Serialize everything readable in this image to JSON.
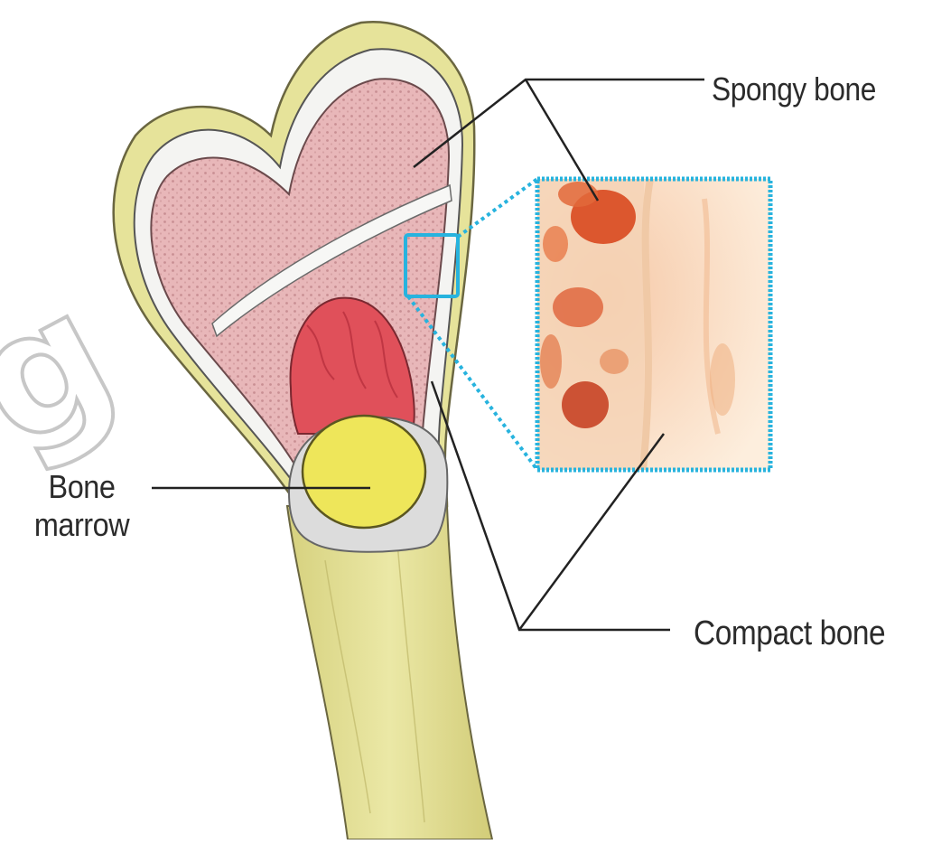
{
  "diagram": {
    "labels": {
      "spongy_bone": "Spongy bone",
      "compact_bone": "Compact bone",
      "bone_marrow_line1": "Bone",
      "bone_marrow_line2": "marrow"
    },
    "watermark_text": "g",
    "colors": {
      "bone_outer": "#e6e39a",
      "bone_shadow": "#c8c276",
      "cortex_white": "#f4f4f2",
      "spongy": "#e8b7b9",
      "spongy_dot": "#c98f93",
      "red_marrow": "#e0505a",
      "yellow_marrow": "#eee65a",
      "cartilage_gray": "#dcdcdc",
      "zoom_frame": "#27b3de",
      "zoom_bg": "#fbe7d6",
      "zoom_red": "#d9491f",
      "leader_line": "#222222"
    }
  }
}
